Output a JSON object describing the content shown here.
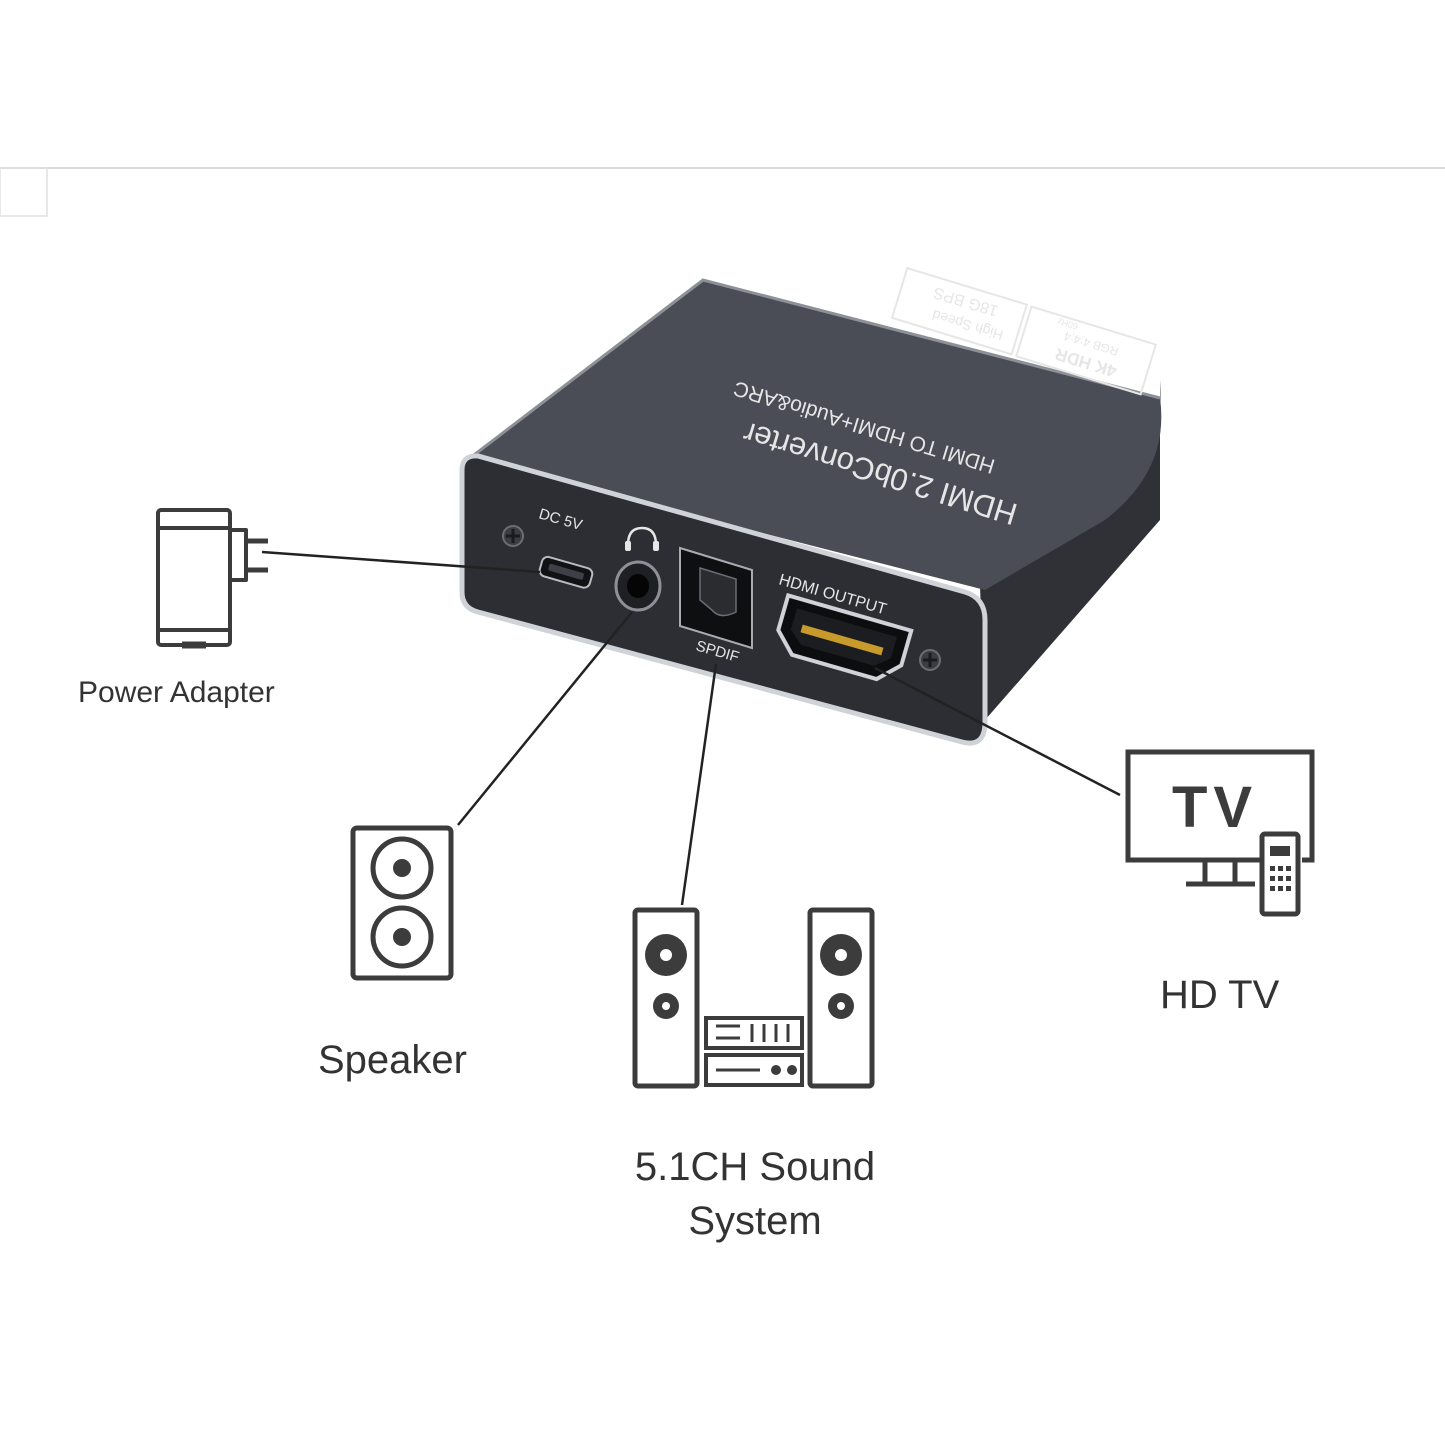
{
  "device": {
    "title": "HDMI 2.0bConverter",
    "subtitle": "HDMI TO HDMI+Audio&ARC",
    "badge_speed_line1": "High Speed",
    "badge_speed_line2": "18G BPS",
    "badge_4k_line1": "4K HDR",
    "badge_4k_line2": "RGB 4:4:4",
    "badge_4k_line3": "60Hz",
    "port_dc_label": "DC 5V",
    "port_spdif_label": "SPDIF",
    "port_hdmi_label": "HDMI OUTPUT"
  },
  "connections": {
    "power_adapter": "Power Adapter",
    "speaker": "Speaker",
    "sound_system_line1": "5.1CH Sound",
    "sound_system_line2": "System",
    "hd_tv": "HD TV",
    "tv_icon_text": "TV"
  },
  "colors": {
    "device_body": "#3a3d44",
    "device_top": "#4a4d55",
    "silver_edge": "#cfd2d6",
    "icon_stroke": "#3c3c3c",
    "text": "#333333"
  }
}
